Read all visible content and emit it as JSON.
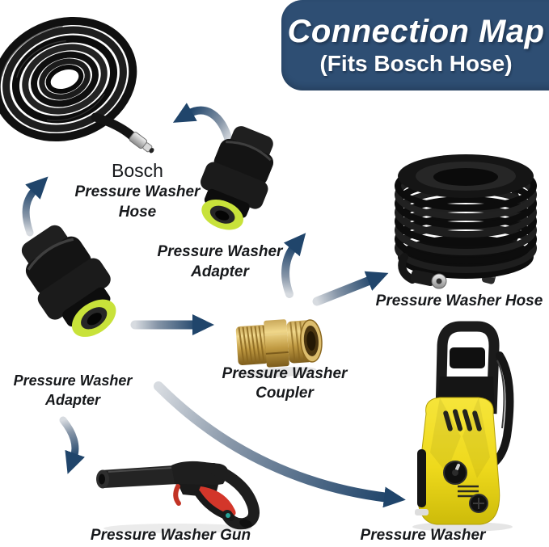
{
  "header": {
    "title": "Connection Map",
    "subtitle": "(Fits Bosch Hose)",
    "bg_color": "#2e4e73",
    "text_color": "#ffffff"
  },
  "nodes": {
    "bosch_hose": {
      "brand": "Bosch",
      "line1": "Pressure Washer",
      "line2": "Hose",
      "image": "coiled-hose-with-fitting"
    },
    "adapter_top": {
      "line1": "Pressure Washer",
      "line2": "Adapter",
      "image": "black-adapter-yellow-ring"
    },
    "hose_right": {
      "label": "Pressure Washer Hose",
      "image": "cylindrical-coiled-hose"
    },
    "adapter_left": {
      "line1": "Pressure Washer",
      "line2": "Adapter",
      "image": "black-adapter-yellow-ring"
    },
    "coupler": {
      "line1": "Pressure Washer",
      "line2": "Coupler",
      "image": "brass-coupler"
    },
    "gun": {
      "label": "Pressure Washer Gun",
      "image": "spray-gun-black-red"
    },
    "washer": {
      "label": "Pressure Washer",
      "image": "yellow-pressure-washer-machine"
    }
  },
  "connections": [
    {
      "arrow": "arrow-1",
      "from": "adapter_top",
      "to": "bosch_hose",
      "style": "curved"
    },
    {
      "arrow": "arrow-2",
      "from": "adapter_left",
      "to": "bosch_hose",
      "style": "curved"
    },
    {
      "arrow": "arrow-3",
      "from": "adapter_left",
      "to": "coupler",
      "style": "straight"
    },
    {
      "arrow": "arrow-4",
      "from": "coupler",
      "to": "adapter_top",
      "style": "curved"
    },
    {
      "arrow": "arrow-5",
      "from": "coupler",
      "to": "hose_right",
      "style": "straight"
    },
    {
      "arrow": "arrow-6",
      "from": "coupler",
      "to": "washer",
      "style": "long-curve"
    },
    {
      "arrow": "arrow-7",
      "from": "adapter_left",
      "to": "gun",
      "style": "curved"
    }
  ],
  "colors": {
    "arrow_head": "#20456b",
    "arrow_tail": "#d7dbe0",
    "adapter_ring": "#c8e23a",
    "brass": "#caa24a",
    "machine_yellow": "#eed91c"
  }
}
